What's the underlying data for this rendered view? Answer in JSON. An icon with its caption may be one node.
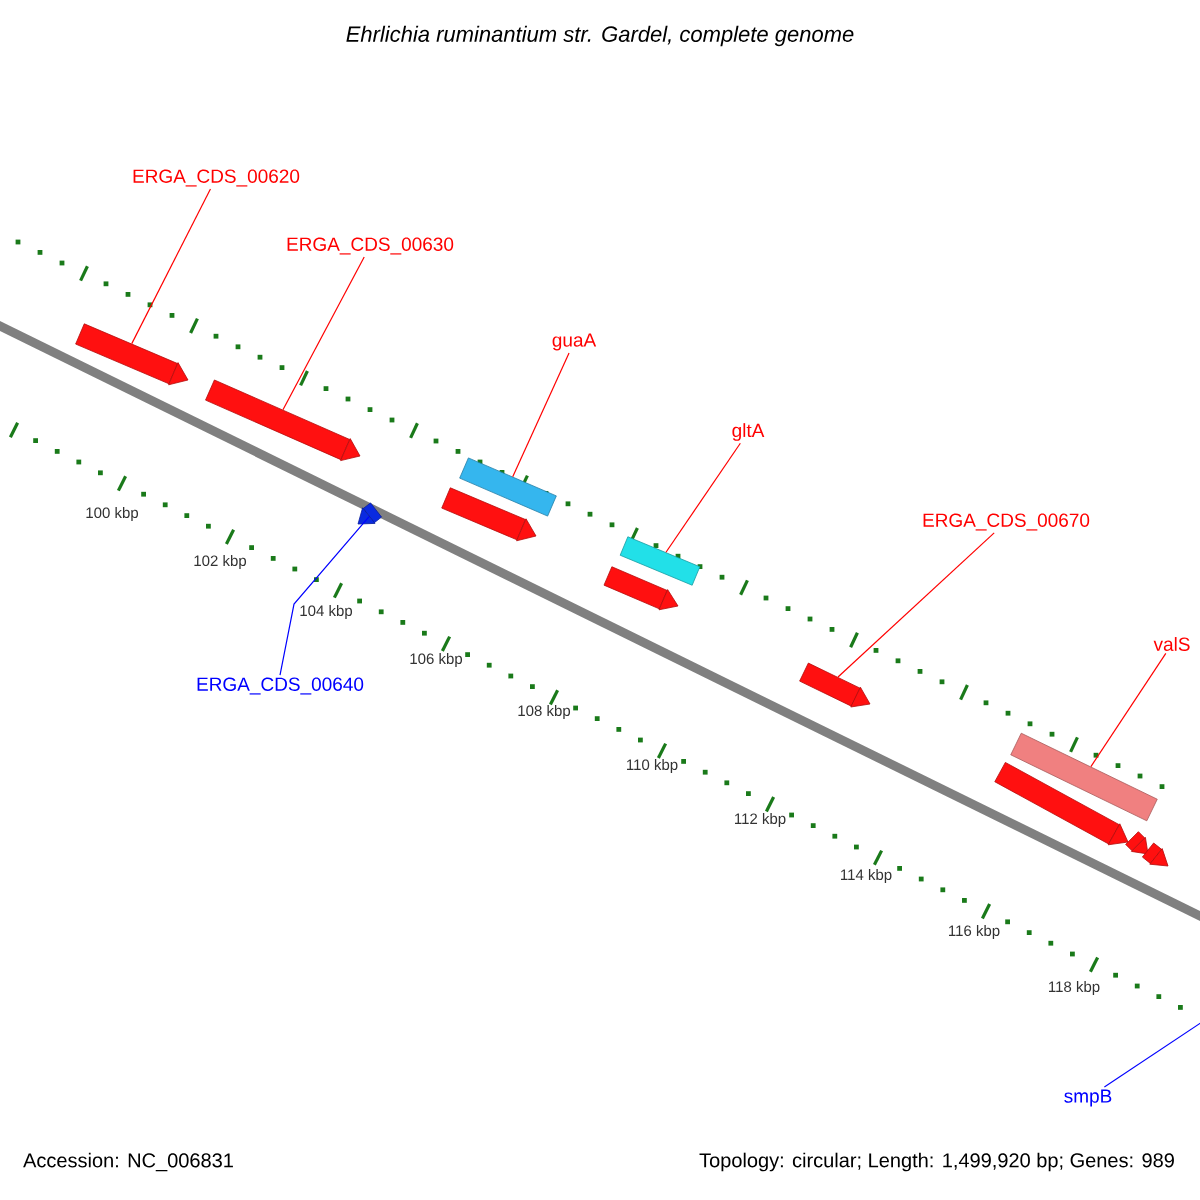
{
  "diagram": {
    "title": "Ehrlichia ruminantium str. Gardel, complete genome",
    "nodes": [
      {
        "text": [
          "ERGA_CDS_00620"
        ]
      },
      {
        "text": [
          "ERGA_CDS_00630"
        ]
      },
      {
        "text": [
          "guaA"
        ]
      },
      {
        "text": [
          "gltA"
        ]
      },
      {
        "text": [
          "ERGA_CDS_00670"
        ]
      },
      {
        "text": [
          "valS"
        ]
      },
      {
        "text": [
          "ERGA_CDS_00640"
        ]
      },
      {
        "text": [
          "smpB"
        ]
      },
      {
        "text": [],
        "shape": "bar"
      },
      {
        "text": [],
        "shape": "bar"
      },
      {
        "text": [],
        "shape": "bar"
      },
      {
        "text": [],
        "shape": "bar"
      },
      {
        "text": [],
        "shape": "bar"
      },
      {
        "text": [],
        "shape": "bar"
      },
      {
        "text": [],
        "shape": "bar"
      },
      {
        "text": [],
        "shape": "bar"
      },
      {
        "text": [],
        "shape": "bar"
      },
      {
        "text": [],
        "shape": "bar"
      },
      {
        "text": [],
        "shape": "bar"
      },
      {
        "text": [],
        "shape": "bar"
      }
    ],
    "edges": [
      {
        "from": 0,
        "to": 8,
        "arrow": "none"
      },
      {
        "from": 1,
        "to": 9,
        "arrow": "none"
      },
      {
        "from": 2,
        "to": 11,
        "arrow": "none"
      },
      {
        "from": 3,
        "to": 13,
        "arrow": "none"
      },
      {
        "from": 4,
        "to": 15,
        "arrow": "none"
      },
      {
        "from": 5,
        "to": 16,
        "arrow": "none"
      },
      {
        "from": 6,
        "to": 10,
        "arrow": "none",
        "color": "#0000ff"
      },
      {
        "from": 7,
        "to": null,
        "arrow": "none",
        "color": "#0000ff"
      }
    ],
    "labels": [
      "100 kbp",
      "102 kbp",
      "104 kbp",
      "106 kbp",
      "108 kbp",
      "110 kbp",
      "112 kbp",
      "114 kbp",
      "116 kbp",
      "118 kbp",
      "Accession: NC_006831",
      "Topology: circular; Length: 1,499,920 bp; Genes: 989"
    ]
  }
}
